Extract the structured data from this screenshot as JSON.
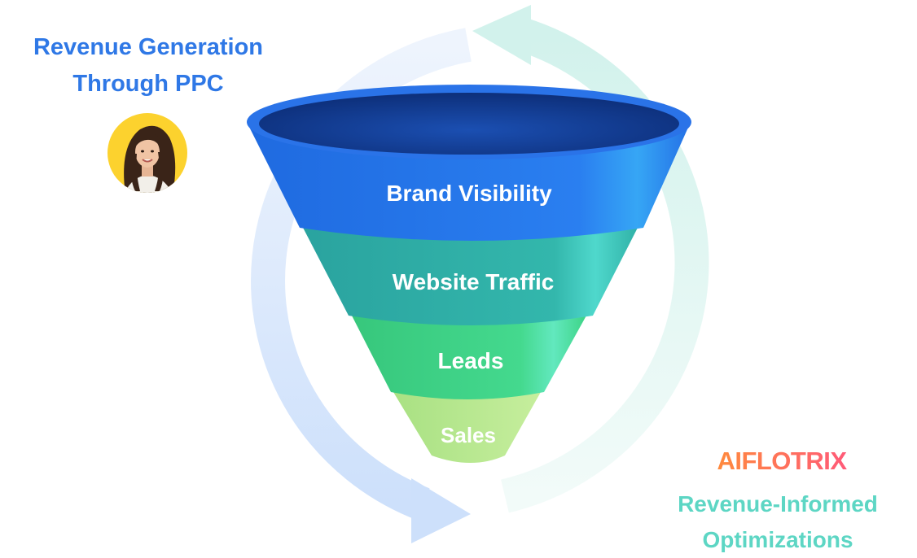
{
  "header": {
    "title": "Revenue Generation Through PPC"
  },
  "presenter": {
    "avatar_icon": "person-avatar"
  },
  "brand": {
    "logo_text": "AIFLOTRIX",
    "gradient": [
      "#ff8a3d",
      "#ff5a78"
    ]
  },
  "footer": {
    "subtitle": "Revenue-Informed Optimizations"
  },
  "funnel": {
    "stages": [
      {
        "label": "Brand Visibility",
        "color": "#2773e8"
      },
      {
        "label": "Website Traffic",
        "color": "#2fb0a6"
      },
      {
        "label": "Leads",
        "color": "#3dd486"
      },
      {
        "label": "Sales",
        "color": "#b7e88f"
      }
    ]
  },
  "cycle": {
    "colors": [
      "#cfe1fb",
      "#d9f4ef"
    ],
    "arrow_icons": [
      "cycle-arrow-icon",
      "cycle-arrow-icon"
    ]
  }
}
